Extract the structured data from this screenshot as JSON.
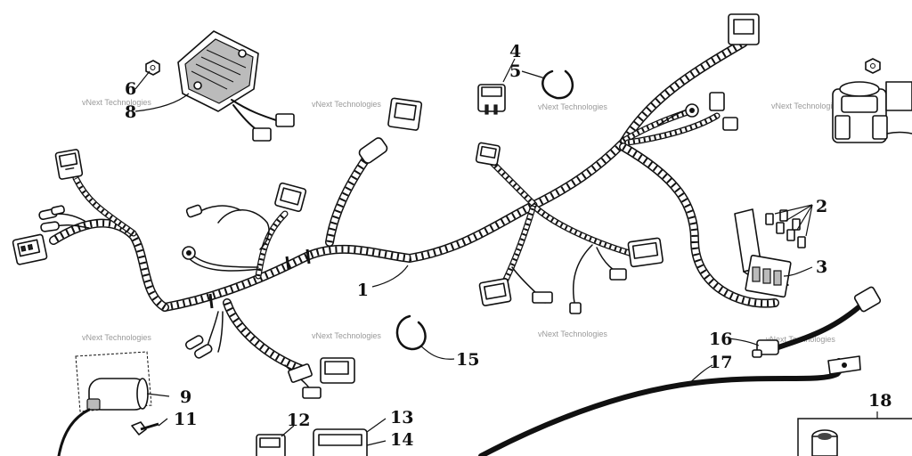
{
  "diagram": {
    "title": "",
    "callouts": [
      "1",
      "2",
      "3",
      "4",
      "5",
      "6",
      "8",
      "9",
      "11",
      "12",
      "13",
      "14",
      "15",
      "16",
      "17",
      "18"
    ],
    "watermark": "vNext Technologies"
  }
}
